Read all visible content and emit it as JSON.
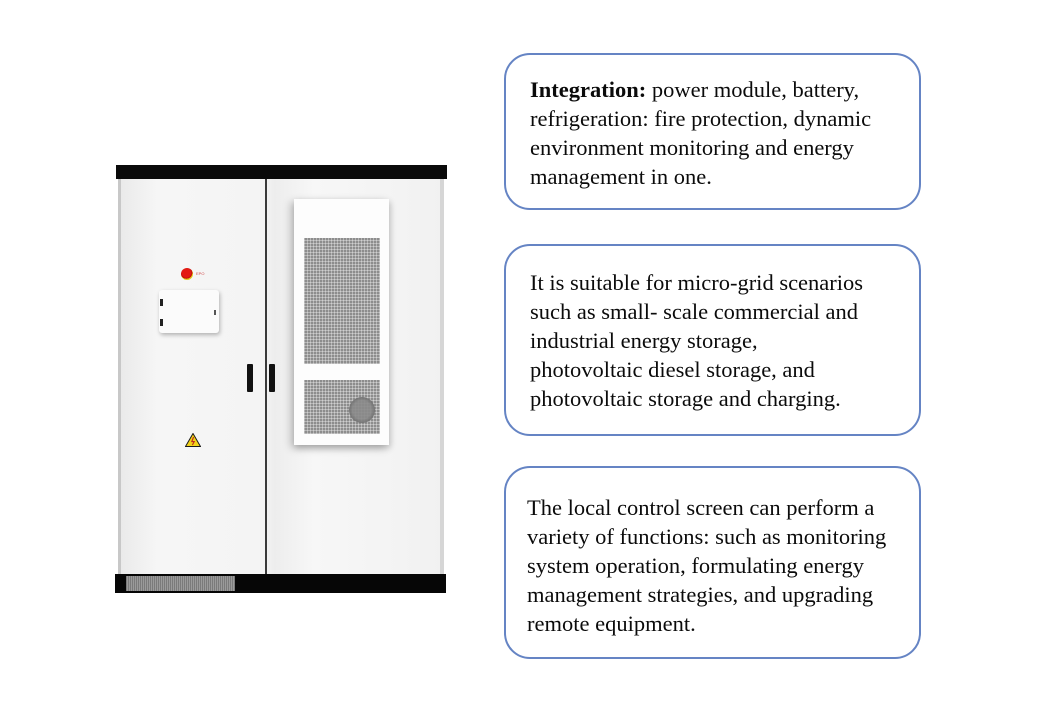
{
  "product_image": {
    "alt": "Outdoor energy storage cabinet with double doors and air conditioner unit",
    "estop_label": "EPO",
    "colors": {
      "cabinet_body": "#f4f4f4",
      "cabinet_trim": "#0a0a0a",
      "estop_red": "#e41a12",
      "warning_yellow": "#f2d319"
    }
  },
  "info_boxes": [
    {
      "heading": "Integration:",
      "lines": [
        " power module, battery,",
        "refrigeration: fire protection, dynamic",
        "environment monitoring and energy",
        "management in one."
      ]
    },
    {
      "lines": [
        "It is suitable for micro-grid scenarios",
        "such as small- scale commercial and",
        "industrial energy storage,",
        "photovoltaic diesel storage, and",
        "photovoltaic storage and charging."
      ]
    },
    {
      "lines": [
        "The local control screen can perform a",
        "variety of functions: such as monitoring",
        "system operation, formulating energy",
        "management strategies, and upgrading",
        "remote equipment."
      ]
    }
  ],
  "theme": {
    "box_border": "#6584c4",
    "text": "#0b0b0b",
    "background": "#ffffff"
  }
}
